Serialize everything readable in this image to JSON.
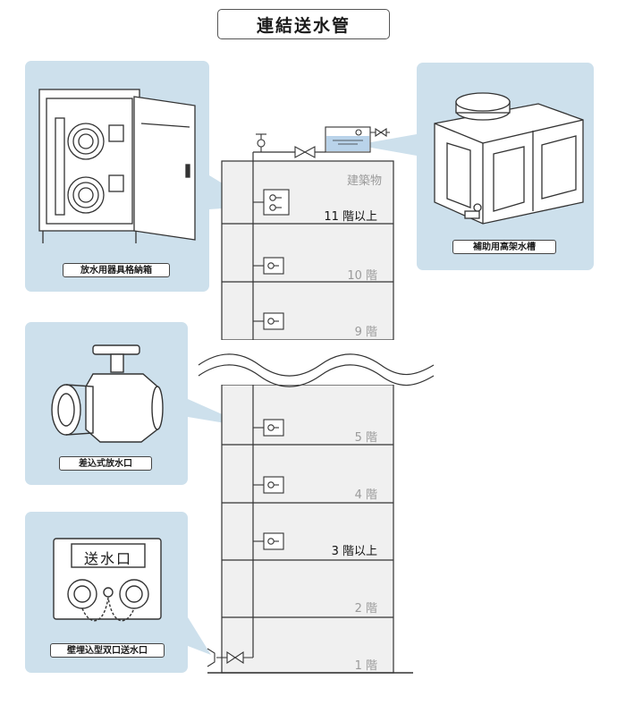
{
  "title": "連結送水管",
  "building_label": "建築物",
  "floors": {
    "f11": "11 階以上",
    "f10": "10 階",
    "f9": "9 階",
    "f5": "5 階",
    "f4": "4 階",
    "f3": "3 階以上",
    "f2": "2 階",
    "f1": "1 階"
  },
  "captions": {
    "cabinet": "放水用器具格納箱",
    "tank": "補助用高架水槽",
    "valve": "差込式放水口",
    "inlet": "壁埋込型双口送水口"
  },
  "inlet_sign": "送水口",
  "colors": {
    "panel": "#cde0ec",
    "building": "#f0f0f0",
    "water": "#b9d3ea"
  }
}
